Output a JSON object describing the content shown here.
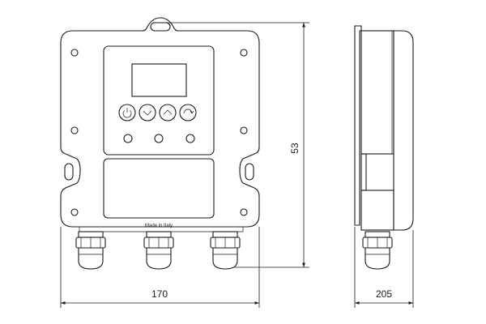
{
  "dimensions": {
    "width_label": "170",
    "height_label": "53",
    "depth_label": "205"
  },
  "device": {
    "origin_text": "Made in Italy"
  },
  "keypad": {
    "buttons": [
      {
        "icon": "power-icon"
      },
      {
        "icon": "chevron-down-icon"
      },
      {
        "icon": "chevron-up-icon"
      },
      {
        "icon": "refresh-icon"
      }
    ],
    "leds": 3
  },
  "glands": {
    "front_count": 3,
    "side_count": 1
  }
}
